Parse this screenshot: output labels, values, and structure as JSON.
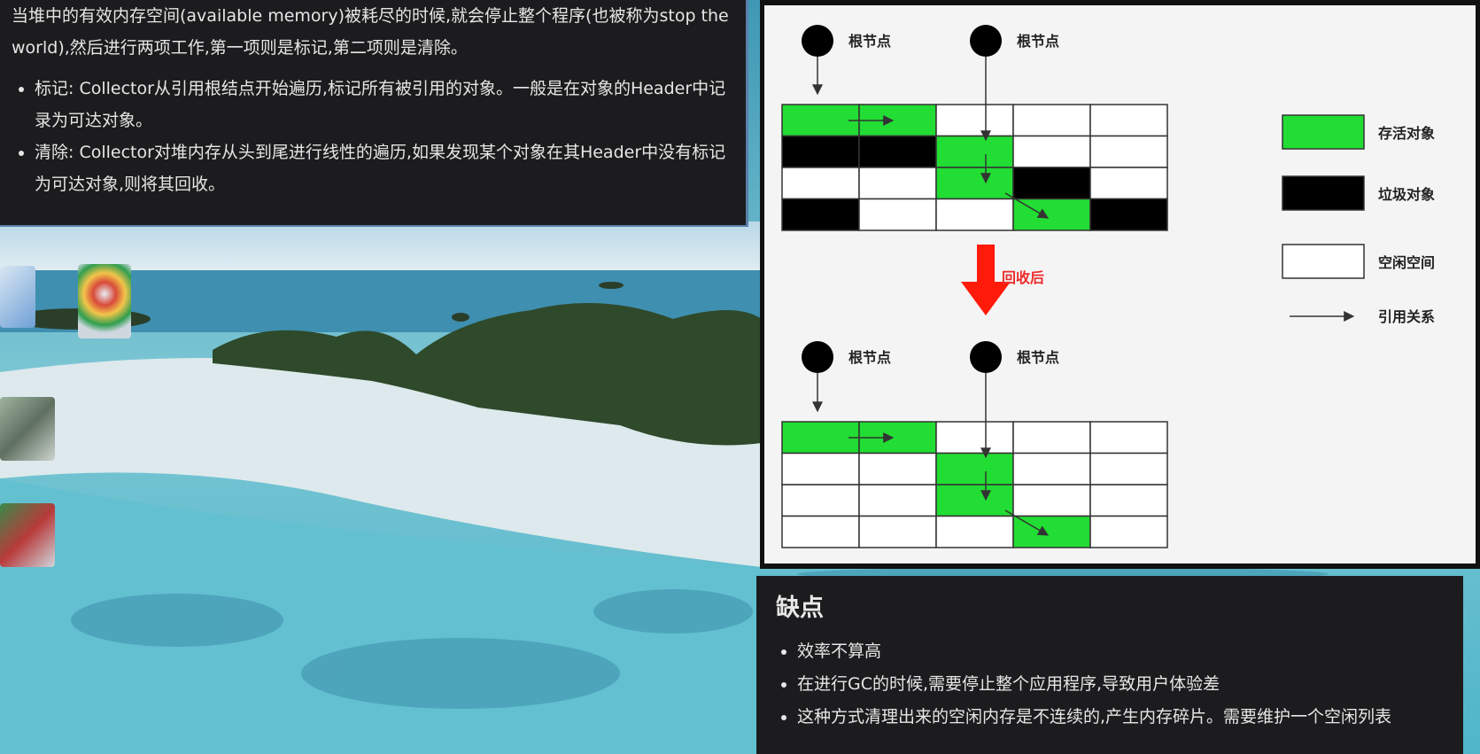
{
  "note": {
    "intro": "当堆中的有效内存空间(available memory)被耗尽的时候,就会停止整个程序(也被称为stop the world),然后进行两项工作,第一项则是标记,第二项则是清除。",
    "bullets": [
      "标记: Collector从引用根结点开始遍历,标记所有被引用的对象。一般是在对象的Header中记录为可达对象。",
      "清除: Collector对堆内存从头到尾进行线性的遍历,如果发现某个对象在其Header中没有标记为可达对象,则将其回收。"
    ]
  },
  "diagram": {
    "root_label": "根节点",
    "arrow_label": "回收后",
    "legend": {
      "alive": "存活对象",
      "garbage": "垃圾对象",
      "free": "空闲空间",
      "reference": "引用关系"
    },
    "colors": {
      "alive": "#22dd33",
      "garbage": "#000000",
      "free": "#ffffff",
      "arrow": "#ff1a0a"
    },
    "before_grid": [
      [
        "alive",
        "alive",
        "free",
        "free",
        "free"
      ],
      [
        "garbage",
        "garbage",
        "alive",
        "free",
        "free"
      ],
      [
        "free",
        "free",
        "alive",
        "garbage",
        "free"
      ],
      [
        "garbage",
        "free",
        "free",
        "alive",
        "garbage"
      ]
    ],
    "after_grid": [
      [
        "alive",
        "alive",
        "free",
        "free",
        "free"
      ],
      [
        "free",
        "free",
        "alive",
        "free",
        "free"
      ],
      [
        "free",
        "free",
        "alive",
        "free",
        "free"
      ],
      [
        "free",
        "free",
        "free",
        "alive",
        "free"
      ]
    ]
  },
  "cons": {
    "title": "缺点",
    "items": [
      "效率不算高",
      "在进行GC的时候,需要停止整个应用程序,导致用户体验差",
      "这种方式清理出来的空闲内存是不连续的,产生内存碎片。需要维护一个空闲列表"
    ]
  },
  "wallpaper": {
    "sky": "#cfe3ee",
    "sea": "#4fb2c8",
    "sand": "#e8eef0",
    "island": "#2f4a2a"
  }
}
